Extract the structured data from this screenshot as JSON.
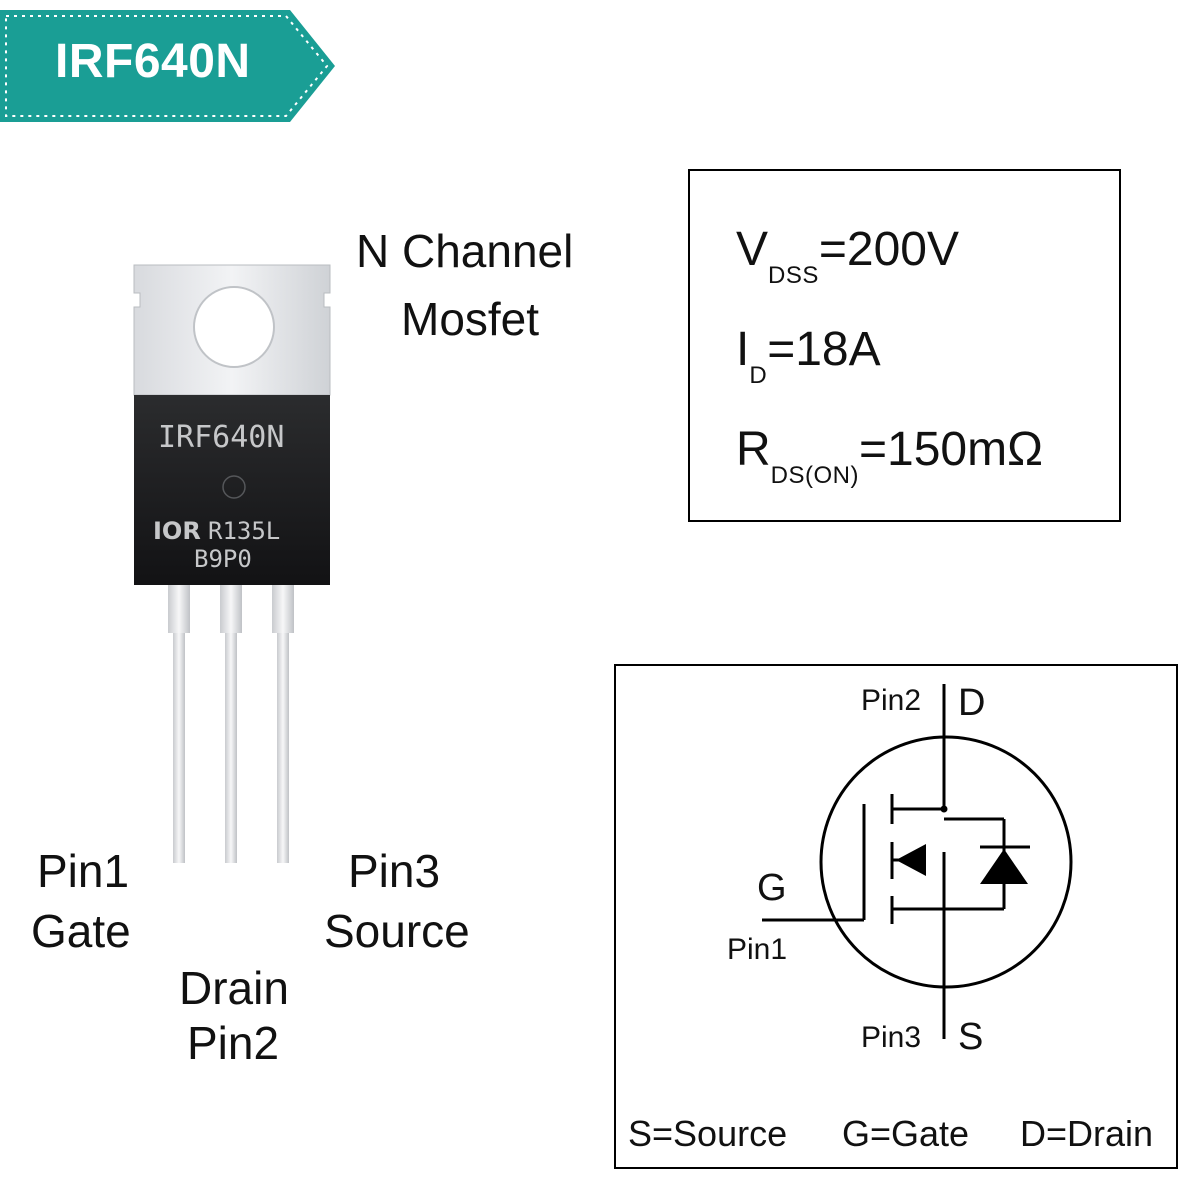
{
  "badge": {
    "text": "IRF640N",
    "color": "#1a9e95"
  },
  "component": {
    "type_line1": "N Channel",
    "type_line2": "Mosfet",
    "body_marking": {
      "part": "IRF640N",
      "logo": "IOR",
      "code1": "R135L",
      "code2": "B9P0"
    }
  },
  "pins": {
    "pin1": {
      "number": "Pin1",
      "name": "Gate"
    },
    "pin2": {
      "number": "Pin2",
      "name": "Drain"
    },
    "pin3": {
      "number": "Pin3",
      "name": "Source"
    }
  },
  "specs": {
    "vdss": {
      "symbol": "V",
      "sub": "DSS",
      "rel": "=",
      "value": "200V"
    },
    "id": {
      "symbol": "I",
      "sub": "D",
      "rel": "=",
      "value": "18A"
    },
    "rds": {
      "symbol": "R",
      "sub": "DS(ON)",
      "rel": "=",
      "value": "150mΩ"
    }
  },
  "schematic": {
    "drain_pin": "Pin2",
    "drain_letter": "D",
    "gate_pin": "Pin1",
    "gate_letter": "G",
    "source_pin": "Pin3",
    "source_letter": "S",
    "legend": {
      "s": "S=Source",
      "g": "G=Gate",
      "d": "D=Drain"
    }
  }
}
